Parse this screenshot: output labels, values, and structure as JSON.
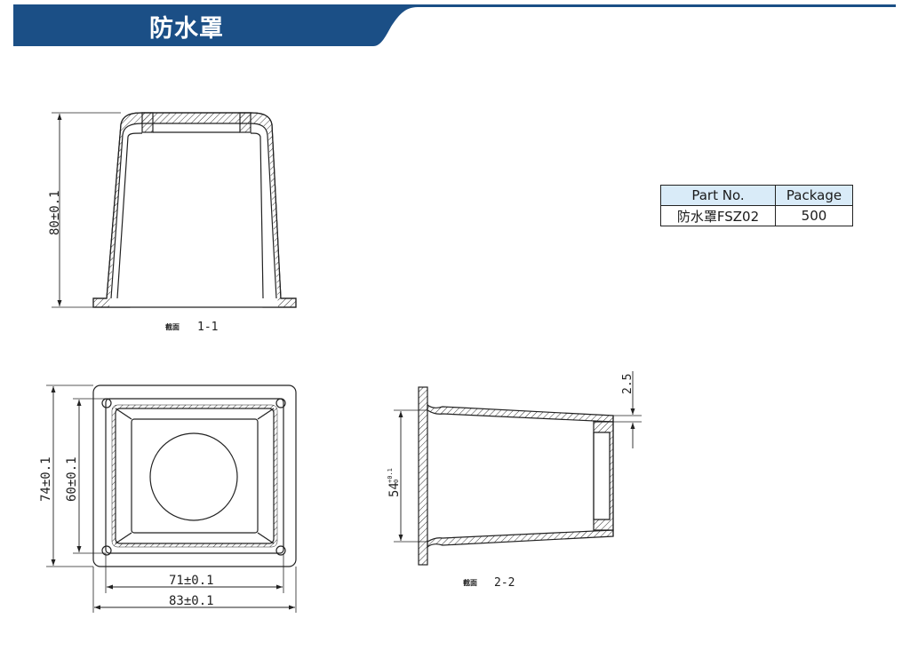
{
  "header": {
    "title": "防水罩",
    "bar_color": "#1b4f86"
  },
  "drawing": {
    "section_1_label": "截面",
    "section_1_id": "1-1",
    "section_2_label": "截面",
    "section_2_id": "2-2",
    "dim_height": "80±0.1",
    "dim_outer_height": "74±0.1",
    "dim_inner_height": "60±0.1",
    "dim_inner_width": "71±0.1",
    "dim_outer_width": "83±0.1",
    "dim_diameter": "54",
    "dim_diameter_tol": "+0.1",
    "dim_diameter_tol_low": "0",
    "dim_wall": "2.5"
  },
  "table": {
    "headers": [
      "Part No.",
      "Package"
    ],
    "rows": [
      [
        "防水罩FSZ02",
        "500"
      ]
    ]
  }
}
